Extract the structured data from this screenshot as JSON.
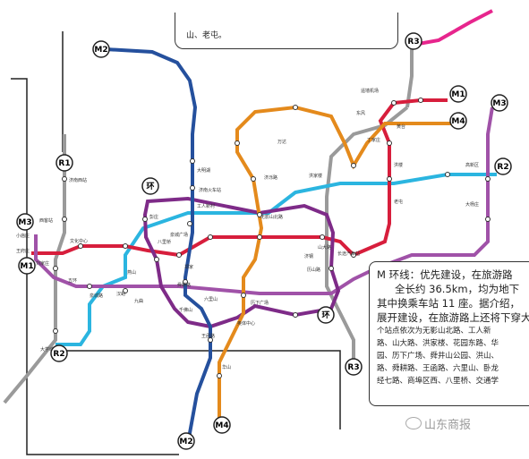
{
  "top_note": "山、老屯。",
  "lines": {
    "M1": {
      "label": "M1",
      "color": "#d71e3c"
    },
    "M2": {
      "label": "M2",
      "color": "#25509d"
    },
    "M3": {
      "label": "M3",
      "color": "#a052a8"
    },
    "M4": {
      "label": "M4",
      "color": "#e48a1c"
    },
    "R1": {
      "label": "R1",
      "color": "#f2c21b"
    },
    "R2": {
      "label": "R2",
      "color": "#2bb5e0"
    },
    "R3": {
      "label": "R3",
      "color": "#e7258d"
    },
    "HUAN": {
      "label": "环",
      "color": "#7e2b88"
    }
  },
  "callout": {
    "heading": "M 环线：优先建设，在旅游路",
    "lines": [
      "全长约 36.5km，均为地下",
      "其中换乘车站 11 座。据介绍，",
      "展开建设，在旅游路上还将下穿大",
      "个站点依次为无影山北路、工人新",
      "路、山大路、洪家楼、花园东路、华",
      "园、历下广场、舜井山公园、洪山、",
      "路、舜耕路、王函路、六里山、卧龙",
      "经七路、商埠区西、八里桥、交通学"
    ]
  },
  "watermark": "山东商报",
  "stations": [
    "济南西站",
    "文化中心",
    "西客站",
    "小庙庄",
    "王府庄",
    "刘家庄",
    "彭庄",
    "八里桥",
    "泉城广场",
    "大明湖",
    "济南火车站",
    "工人新村",
    "济泺路",
    "无影山北路",
    "山大路",
    "洪家楼",
    "历山路",
    "历下广场",
    "奥体中心",
    "舜耕路",
    "六里山",
    "王函路",
    "燕山",
    "九曲",
    "汉峪",
    "遥墙机场",
    "东风",
    "黄台",
    "丁家庄",
    "洪楼",
    "老屯",
    "长途汽车站",
    "高新区",
    "大杨庄",
    "五环",
    "泉城路",
    "千佛山",
    "万达",
    "济钢",
    "大学城",
    "华山",
    "郑家"
  ]
}
